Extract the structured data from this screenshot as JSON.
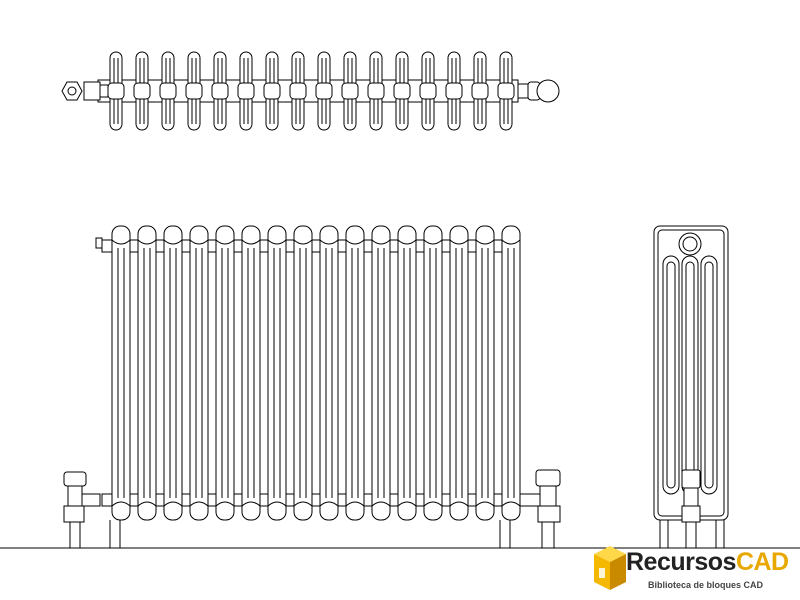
{
  "drawing": {
    "views": [
      {
        "name": "top-view"
      },
      {
        "name": "front-view"
      },
      {
        "name": "side-view"
      }
    ],
    "column_count": 16,
    "side_tube_count": 3
  },
  "logo": {
    "title": "RecursosCAD",
    "title_part1": "Recursos",
    "title_part2": "CAD",
    "subtitle": "Biblioteca de bloques CAD",
    "colors": {
      "text_dark": "#222222",
      "text_accent": "#e8a800",
      "cube_light": "#ffd84a",
      "cube_mid": "#f5b800",
      "cube_dark": "#c98a00"
    }
  }
}
